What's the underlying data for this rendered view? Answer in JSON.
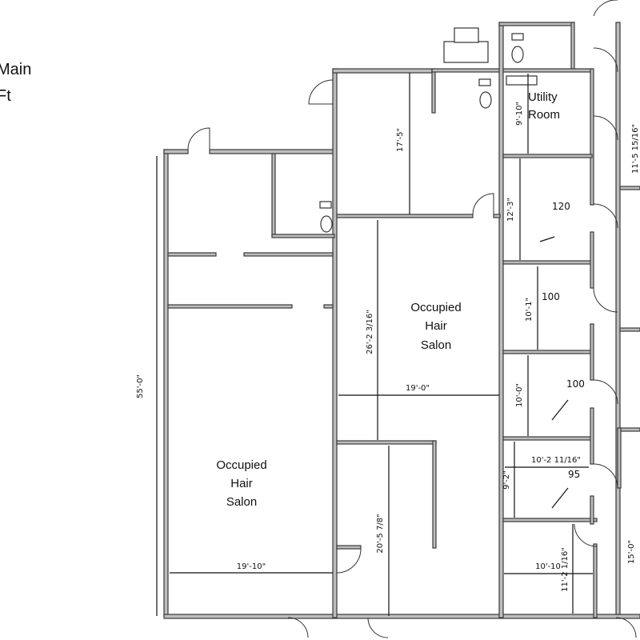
{
  "header_fragment": {
    "line1": "Main",
    "line2": "Ft"
  },
  "rooms": {
    "left_salon": [
      "Occupied",
      "Hair",
      "Salon"
    ],
    "center_salon": [
      "Occupied",
      "Hair",
      "Salon"
    ],
    "utility": [
      "Utility",
      "Room"
    ],
    "room_120": "120",
    "room_100a": "100",
    "room_100b": "100",
    "room_95": "95"
  },
  "dimensions": {
    "overall_height": "55'-0\"",
    "left_width": "19'-10\"",
    "center_top": "17'-5\"",
    "center_height": "26'-2 3/16\"",
    "center_width": "19'-0\"",
    "inner_room": "20'-5 7/8\"",
    "utility": "9'-10\"",
    "r120": "12'-3\"",
    "r100a": "10'-1\"",
    "r100b": "10'-0\"",
    "r95_h": "9'-2\"",
    "r95_w": "10'-2 11/16\"",
    "bottom_w": "10'-10",
    "bottom_h": "11'-2 1/16\"",
    "right_col": "11'-5 15/16\"",
    "right_15": "15'-0\""
  }
}
